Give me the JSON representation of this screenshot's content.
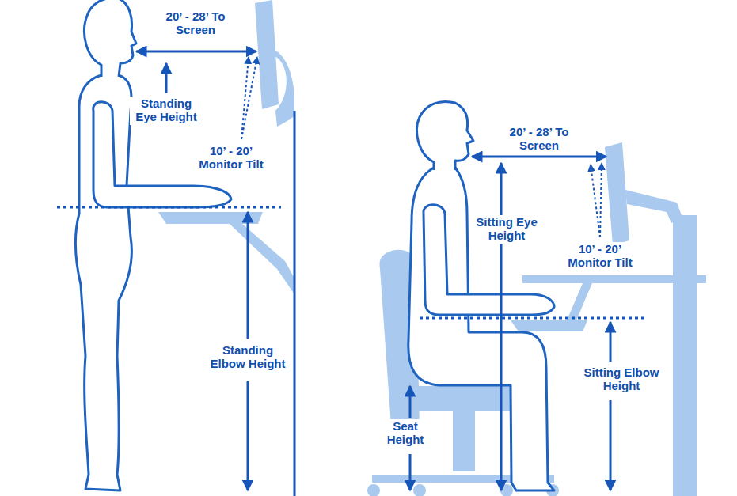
{
  "diagram": {
    "labels": [
      "20’ - 28’ To Screen",
      "Standing Eye Height",
      "10’ - 20’ Monitor Tilt",
      "Standing Elbow Height",
      "20’ - 28’ To Screen",
      "Sitting Eye Height",
      "10’ - 20’ Monitor Tilt",
      "Sitting Elbow Height",
      "Seat Height"
    ]
  }
}
